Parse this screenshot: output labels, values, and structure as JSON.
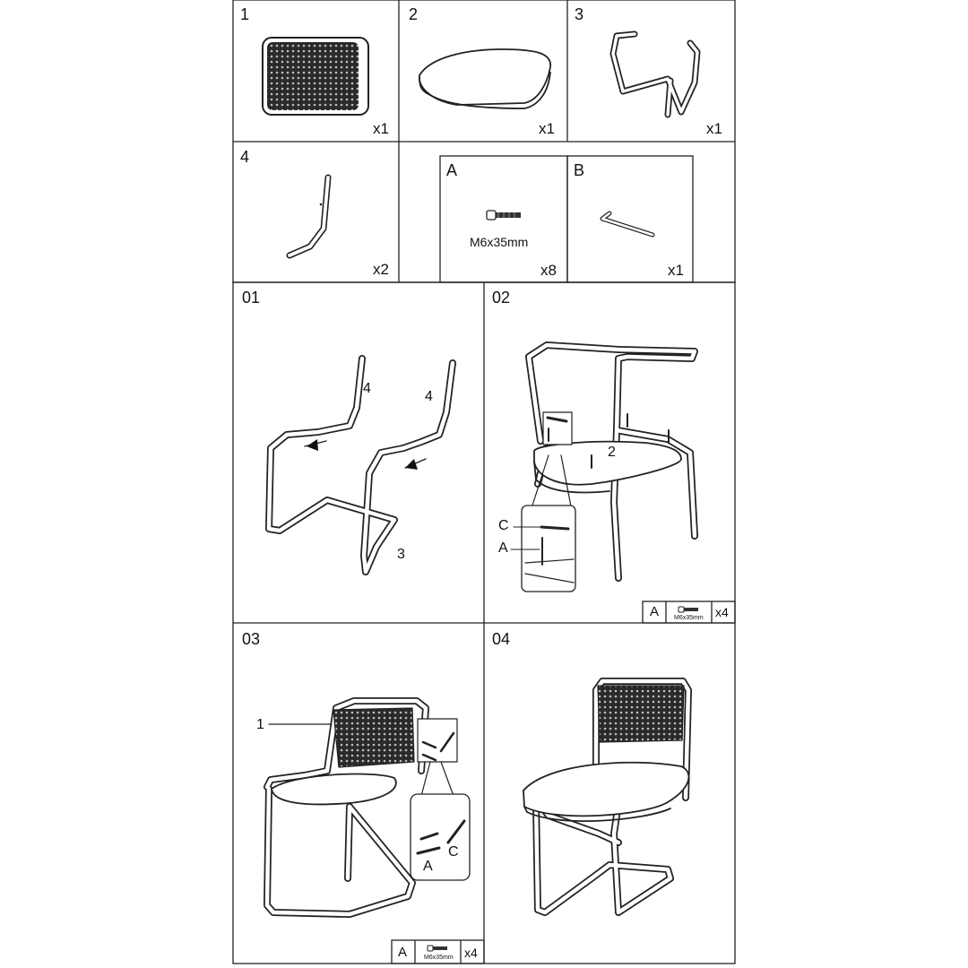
{
  "parts": [
    {
      "label": "1",
      "qty": "x1",
      "icon": "backrest-icon"
    },
    {
      "label": "2",
      "qty": "x1",
      "icon": "seat-cushion-icon"
    },
    {
      "label": "3",
      "qty": "x1",
      "icon": "frame-base-icon"
    },
    {
      "label": "4",
      "qty": "x2",
      "icon": "back-leg-tube-icon"
    }
  ],
  "hardware": [
    {
      "label": "A",
      "desc": "M6x35mm",
      "qty": "x8",
      "icon": "bolt-icon"
    },
    {
      "label": "B",
      "qty": "x1",
      "icon": "allen-key-icon"
    }
  ],
  "steps": [
    {
      "label": "01",
      "callouts": [
        "4",
        "4",
        "3"
      ]
    },
    {
      "label": "02",
      "callouts": [
        "2",
        "C",
        "A"
      ],
      "hw_label": "A",
      "hw_desc": "M6x35mm",
      "hw_qty": "x4"
    },
    {
      "label": "03",
      "callouts": [
        "1",
        "A",
        "C"
      ],
      "hw_label": "A",
      "hw_desc": "M6x35mm",
      "hw_qty": "x4"
    },
    {
      "label": "04"
    }
  ]
}
